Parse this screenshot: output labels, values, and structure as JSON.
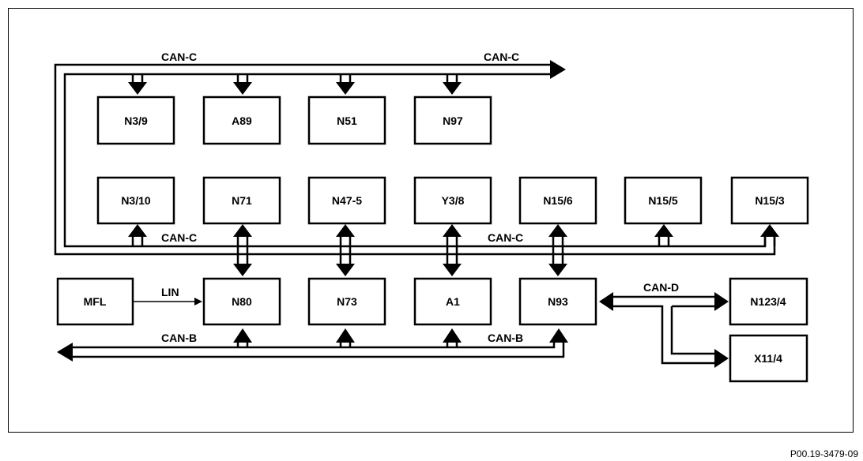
{
  "modules": {
    "n3_9": "N3/9",
    "a89": "A89",
    "n51": "N51",
    "n97": "N97",
    "n3_10": "N3/10",
    "n71": "N71",
    "n47_5": "N47-5",
    "y3_8": "Y3/8",
    "n15_6": "N15/6",
    "n15_5": "N15/5",
    "n15_3": "N15/3",
    "mfl": "MFL",
    "n80": "N80",
    "n73": "N73",
    "a1": "A1",
    "n93": "N93",
    "n123_4": "N123/4",
    "x11_4": "X11/4"
  },
  "buses": {
    "can_c_top_left": "CAN-C",
    "can_c_top_right": "CAN-C",
    "can_c_mid_left": "CAN-C",
    "can_c_mid_right": "CAN-C",
    "lin": "LIN",
    "can_b_left": "CAN-B",
    "can_b_right": "CAN-B",
    "can_d": "CAN-D"
  },
  "footer_code": "P00.19-3479-09"
}
